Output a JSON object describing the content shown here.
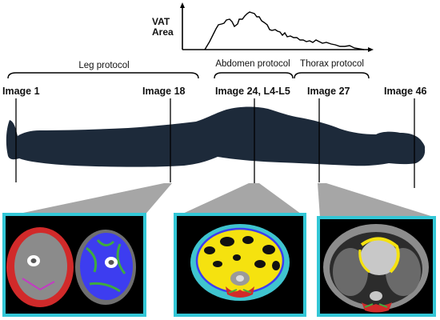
{
  "chart": {
    "ylabel_line1": "VAT",
    "ylabel_line2": "Area"
  },
  "protocols": {
    "leg": "Leg protocol",
    "abdomen": "Abdomen protocol",
    "thorax": "Thorax protocol"
  },
  "images": {
    "image_1": "Image 1",
    "image_18": "Image 18",
    "image_24": "Image 24, L4-L5",
    "image_27": "Image 27",
    "image_46": "Image 46"
  },
  "panels": [
    {
      "region": "leg",
      "icon": "thigh-ct-slice-icon"
    },
    {
      "region": "abdomen",
      "icon": "abdomen-ct-slice-icon"
    },
    {
      "region": "thorax",
      "icon": "thorax-ct-slice-icon"
    }
  ],
  "colors": {
    "silhouette": "#1d2a3a",
    "panel_border": "#33c7d6",
    "connector": "#a6a6a6",
    "muscle_red": "#d12a2a",
    "muscle_blue": "#3d3df0",
    "fat_yellow": "#f5e20f",
    "fat_green": "#3faa3f"
  }
}
